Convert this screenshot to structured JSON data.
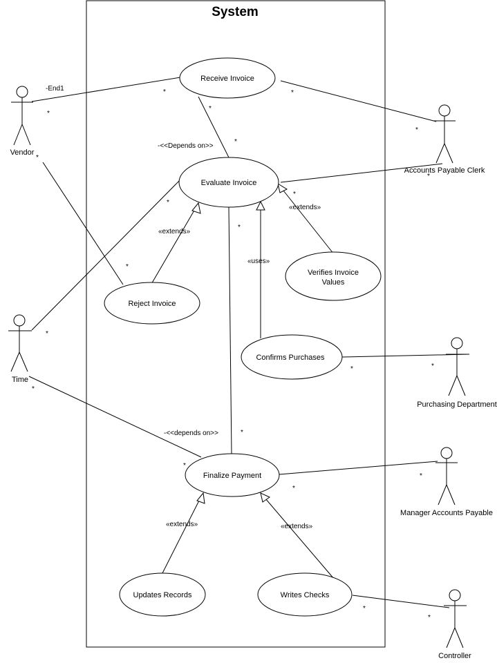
{
  "system": {
    "title": "System"
  },
  "actors": {
    "vendor": "Vendor",
    "time": "Time",
    "ap_clerk": "Accounts Payable Clerk",
    "purchasing": "Purchasing Department",
    "manager_ap": "Manager Accounts Payable",
    "controller": "Controller"
  },
  "use_cases": {
    "receive_invoice": "Receive Invoice",
    "evaluate_invoice": "Evaluate Invoice",
    "reject_invoice": "Reject Invoice",
    "verifies_invoice_line1": "Verifies Invoice",
    "verifies_invoice_line2": "Values",
    "confirms_purchases": "Confirms Purchases",
    "finalize_payment": "Finalize Payment",
    "updates_records": "Updates Records",
    "writes_checks": "Writes Checks"
  },
  "relationships": {
    "end1": "-End1",
    "depends_on_upper": "-<<Depends on>>",
    "depends_on_lower": "-<<depends on>>",
    "extends": "«extends»",
    "uses": "«uses»"
  },
  "multiplicity": "*"
}
